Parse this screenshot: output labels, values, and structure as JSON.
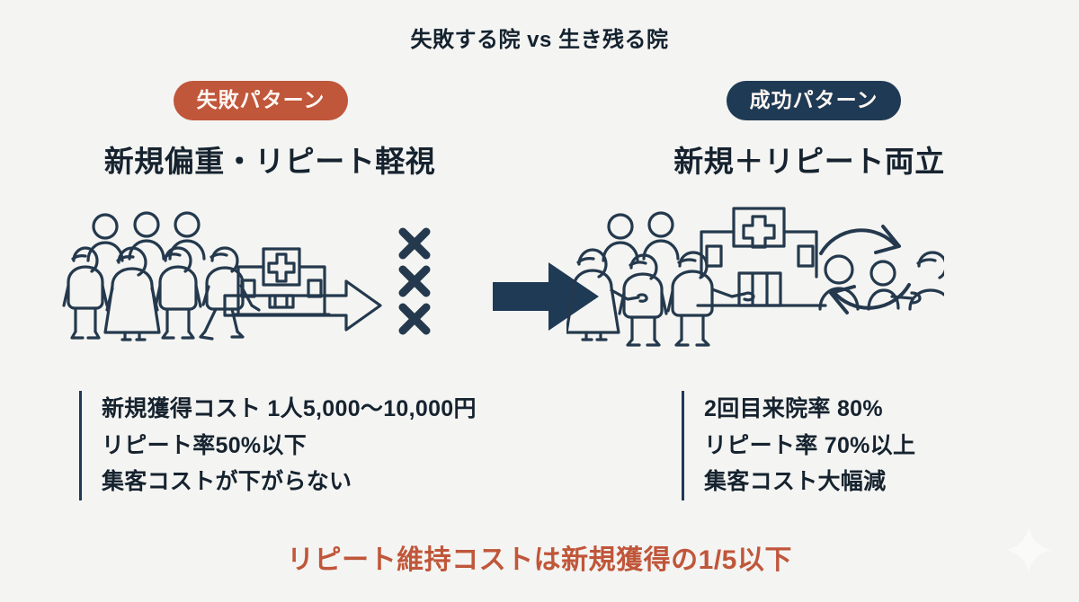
{
  "title": "失敗する院 vs 生き残る院",
  "colors": {
    "background": "#f4f4f2",
    "fail_accent": "#c0563a",
    "success_accent": "#1f3a55",
    "ink": "#16232f"
  },
  "left_panel": {
    "badge": "失敗パターン",
    "subtitle": "新規偏重・リピート軽視",
    "illustration": "crowd-to-clinic-with-x-marks",
    "stats": [
      "新規獲得コスト 1人5,000〜10,000円",
      "リピート率50%以下",
      "集客コストが下がらない"
    ]
  },
  "center": {
    "arrow": "right-arrow-solid"
  },
  "right_panel": {
    "badge": "成功パターン",
    "subtitle": "新規＋リピート両立",
    "illustration": "clinic-with-repeat-cycle",
    "stats": [
      "2回目来院率 80%",
      "リピート率 70%以上",
      "集客コスト大幅減"
    ]
  },
  "caption": "リピート維持コストは新規獲得の1/5以下"
}
